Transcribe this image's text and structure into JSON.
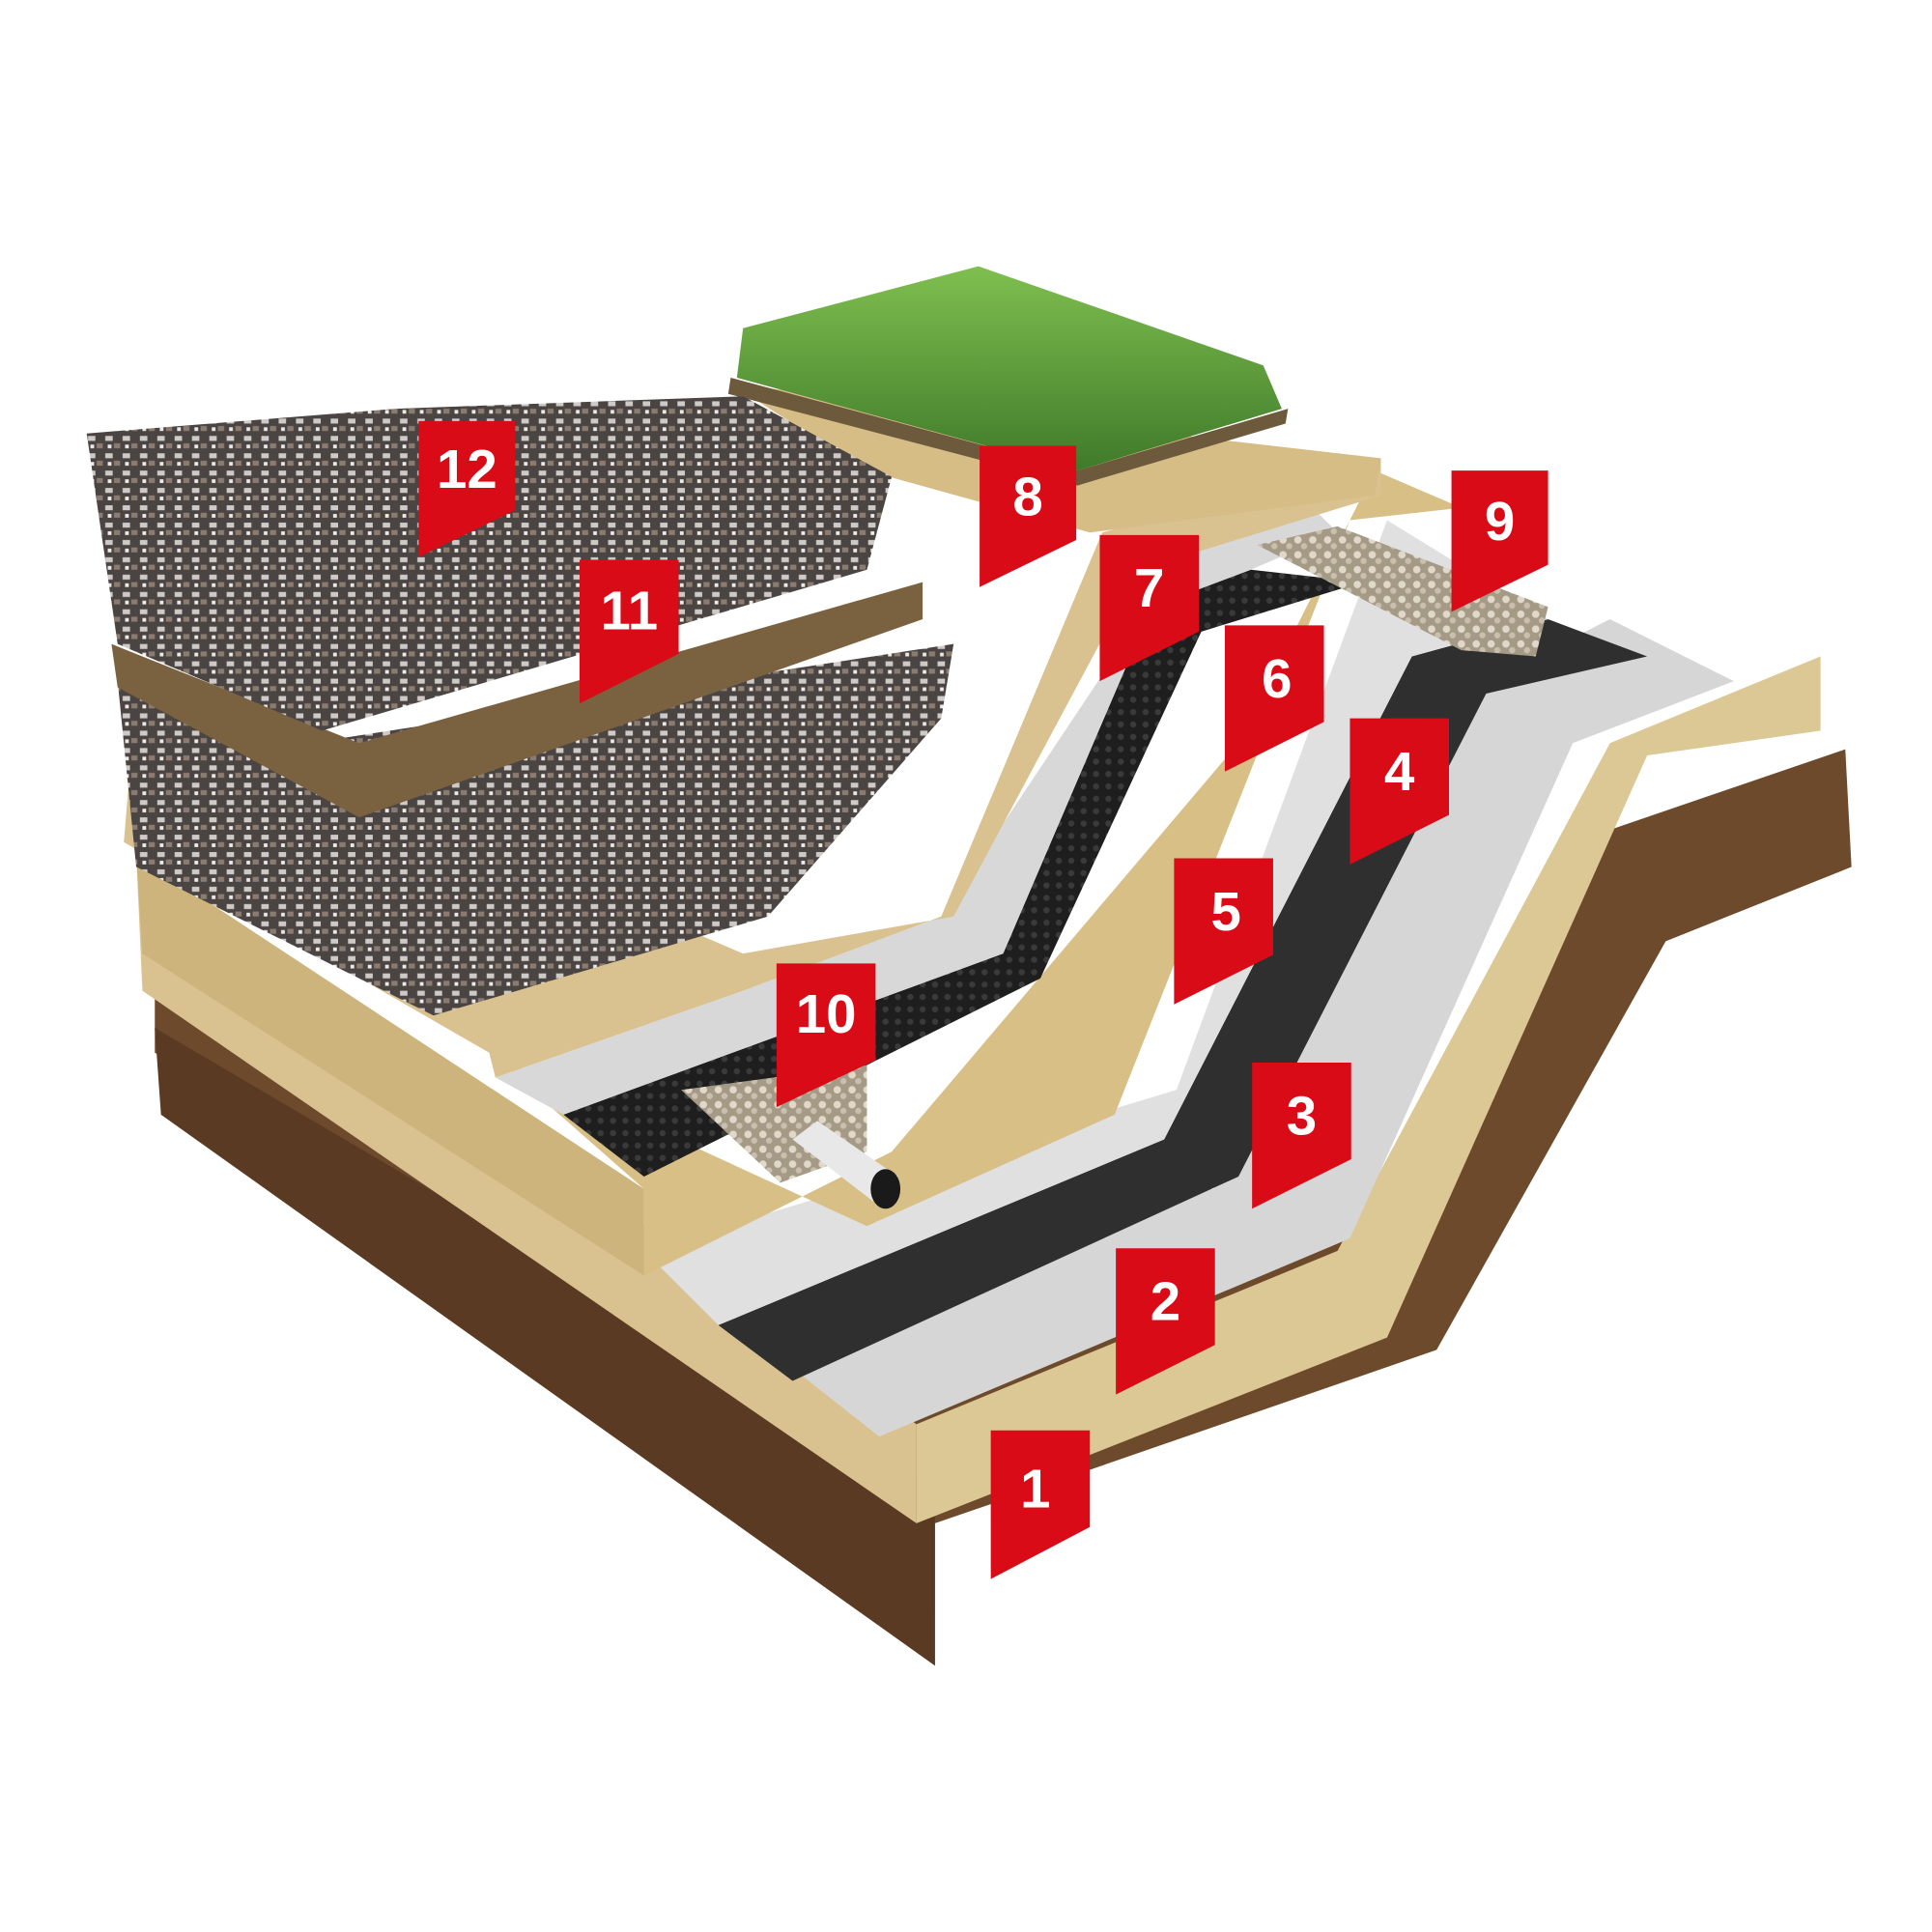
{
  "diagram": {
    "colors": {
      "marker": "#d90b17",
      "soil": "#6e4a2c",
      "sand": "#d9c28f",
      "liner_light": "#d4d4d4",
      "liner_dark": "#2f2f2f",
      "grass": "#5c9a3a",
      "waste": "#5a5452",
      "wood": "#7a6240"
    },
    "markers": [
      {
        "id": "1",
        "label": "1"
      },
      {
        "id": "2",
        "label": "2"
      },
      {
        "id": "3",
        "label": "3"
      },
      {
        "id": "4",
        "label": "4"
      },
      {
        "id": "5",
        "label": "5"
      },
      {
        "id": "6",
        "label": "6"
      },
      {
        "id": "7",
        "label": "7"
      },
      {
        "id": "8",
        "label": "8"
      },
      {
        "id": "9",
        "label": "9"
      },
      {
        "id": "10",
        "label": "10"
      },
      {
        "id": "11",
        "label": "11"
      },
      {
        "id": "12",
        "label": "12"
      }
    ]
  }
}
